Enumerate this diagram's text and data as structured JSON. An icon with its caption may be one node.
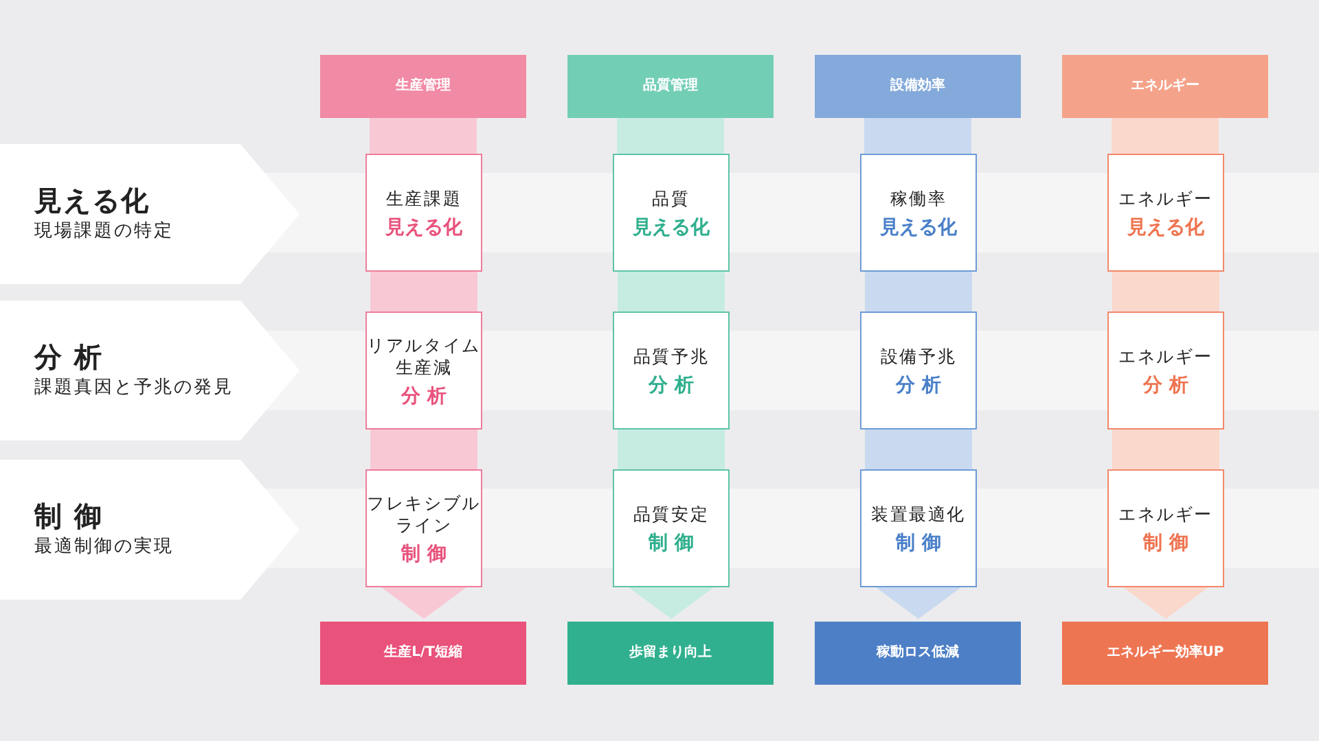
{
  "diagram": {
    "nodes": [
      {
        "text": [
          "生産管理"
        ]
      },
      {
        "text": [
          "品質管理"
        ]
      },
      {
        "text": [
          "設備効率"
        ]
      },
      {
        "text": [
          "エネルギー"
        ]
      },
      {
        "text": [
          "見える化",
          "現場課題の特定"
        ]
      },
      {
        "text": [
          "生産課題",
          "見える化"
        ]
      },
      {
        "text": [
          "品質",
          "見える化"
        ]
      },
      {
        "text": [
          "稼働率",
          "見える化"
        ]
      },
      {
        "text": [
          "エネルギー",
          "見える化"
        ]
      },
      {
        "text": [
          "分 析",
          "課題真因と予兆の発見"
        ]
      },
      {
        "text": [
          "リアルタイム生産減",
          "分 析"
        ]
      },
      {
        "text": [
          "品質予兆",
          "分 析"
        ]
      },
      {
        "text": [
          "設備予兆",
          "分 析"
        ]
      },
      {
        "text": [
          "エネルギー",
          "分 析"
        ]
      },
      {
        "text": [
          "制 御",
          "最適制御の実現"
        ]
      },
      {
        "text": [
          "フレキシブルライン",
          "制 御"
        ]
      },
      {
        "text": [
          "品質安定",
          "制 御"
        ]
      },
      {
        "text": [
          "装置最適化",
          "制 御"
        ]
      },
      {
        "text": [
          "エネルギー",
          "制 御"
        ]
      },
      {
        "text": [
          "生産L/T短縮"
        ]
      },
      {
        "text": [
          "歩留まり向上"
        ]
      },
      {
        "text": [
          "稼動ロス低減"
        ]
      },
      {
        "text": [
          "エネルギー効率UP"
        ]
      }
    ],
    "edges": [
      {
        "from": 0,
        "to": 5,
        "arrow": "none"
      },
      {
        "from": 5,
        "to": 10,
        "arrow": "none"
      },
      {
        "from": 10,
        "to": 15,
        "arrow": "none"
      },
      {
        "from": 15,
        "to": 19,
        "arrow": "to"
      },
      {
        "from": 1,
        "to": 6,
        "arrow": "none"
      },
      {
        "from": 6,
        "to": 11,
        "arrow": "none"
      },
      {
        "from": 11,
        "to": 16,
        "arrow": "none"
      },
      {
        "from": 16,
        "to": 20,
        "arrow": "to"
      },
      {
        "from": 2,
        "to": 7,
        "arrow": "none"
      },
      {
        "from": 7,
        "to": 12,
        "arrow": "none"
      },
      {
        "from": 12,
        "to": 17,
        "arrow": "none"
      },
      {
        "from": 17,
        "to": 21,
        "arrow": "to"
      },
      {
        "from": 3,
        "to": 8,
        "arrow": "none"
      },
      {
        "from": 8,
        "to": 13,
        "arrow": "none"
      },
      {
        "from": 13,
        "to": 18,
        "arrow": "none"
      },
      {
        "from": 18,
        "to": 22,
        "arrow": "to"
      }
    ]
  }
}
